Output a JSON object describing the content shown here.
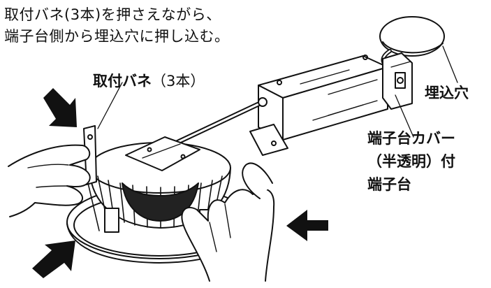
{
  "instruction": {
    "line1": "取付バネ(3本)を押さえながら、",
    "line2": "端子台側から埋込穴に押し込む。"
  },
  "labels": {
    "spring_main": "取付バネ",
    "spring_sub": "（3本）",
    "hole": "埋込穴",
    "terminal_line1": "端子台カバー",
    "terminal_line2": "（半透明）付",
    "terminal_line3": "端子台"
  },
  "colors": {
    "ink": "#111111",
    "paper": "#ffffff",
    "shade": "#d9d9d9"
  }
}
